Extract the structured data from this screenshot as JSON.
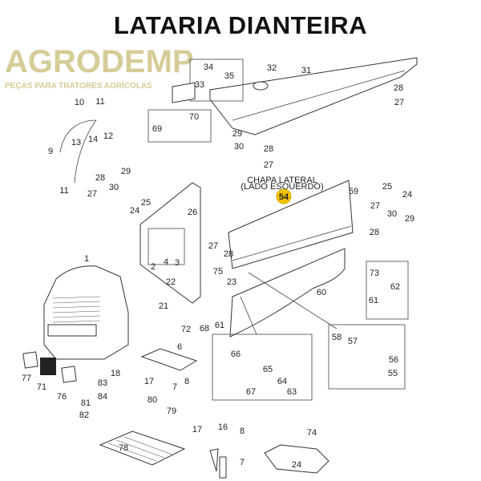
{
  "title": "LATARIA DIANTEIRA",
  "watermark": {
    "brand": "AGRODEMP",
    "tagline": "PEÇAS PARA TRATORES AGRÍCOLAS"
  },
  "callout": {
    "number": "54",
    "caption_line1": "CHAPA LATERAL",
    "caption_line2": "(LADO ESQUERDO)",
    "badge_color": "#f2c400"
  },
  "labels": [
    "34",
    "32",
    "31",
    "33",
    "35",
    "28",
    "27",
    "10",
    "11",
    "12",
    "70",
    "69",
    "29",
    "28",
    "30",
    "13",
    "14",
    "9",
    "27",
    "28",
    "29",
    "27",
    "30",
    "11",
    "25",
    "24",
    "26",
    "59",
    "25",
    "24",
    "27",
    "30",
    "29",
    "28",
    "3",
    "4",
    "2",
    "27",
    "28",
    "1",
    "75",
    "23",
    "22",
    "73",
    "62",
    "61",
    "60",
    "21",
    "72",
    "68",
    "61",
    "6",
    "58",
    "57",
    "56",
    "55",
    "66",
    "65",
    "64",
    "63",
    "67",
    "18",
    "17",
    "83",
    "84",
    "80",
    "81",
    "82",
    "79",
    "77",
    "71",
    "76",
    "7",
    "8",
    "78",
    "17",
    "16",
    "8",
    "7",
    "74",
    "24"
  ]
}
